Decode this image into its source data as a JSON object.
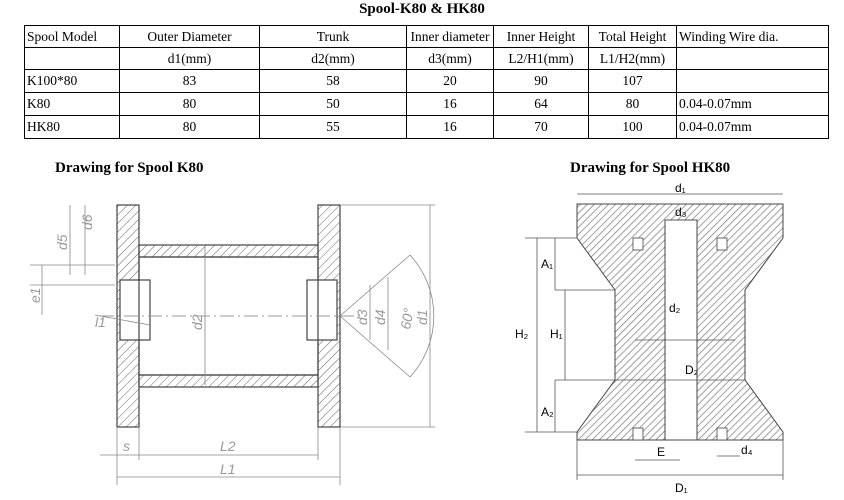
{
  "title": "Spool-K80 & HK80",
  "table": {
    "header1": [
      "Spool Model",
      "Outer Diameter",
      "Trunk",
      "Inner diameter",
      "Inner Height",
      "Total Height",
      "Winding Wire dia."
    ],
    "header2": [
      "",
      "d1(mm)",
      "d2(mm)",
      "d3(mm)",
      "L2/H1(mm)",
      "L1/H2(mm)",
      ""
    ],
    "rows": [
      [
        "K100*80",
        "83",
        "58",
        "20",
        "90",
        "107",
        ""
      ],
      [
        "K80",
        "80",
        "50",
        "16",
        "64",
        "80",
        "0.04-0.07mm"
      ],
      [
        "HK80",
        "80",
        "55",
        "16",
        "70",
        "100",
        "0.04-0.07mm"
      ]
    ]
  },
  "drawing_k80": {
    "caption": "Drawing for Spool  K80",
    "labels": {
      "d6": "d6",
      "d5": "d5",
      "e1": "e1",
      "l1": "l1",
      "d2": "d2",
      "d3": "d3",
      "d4": "d4",
      "angle": "60°",
      "d1": "d1",
      "s": "s",
      "L2": "L2",
      "L1": "L1"
    }
  },
  "drawing_hk80": {
    "caption": "Drawing for Spool  HK80",
    "labels": {
      "d1": "d₁",
      "d3": "d₃",
      "A1": "A₁",
      "H2": "H₂",
      "H1": "H₁",
      "d2": "d₂",
      "D2": "D₂",
      "A2": "A₂",
      "E": "E",
      "d4": "d₄",
      "D1": "D₁"
    }
  }
}
